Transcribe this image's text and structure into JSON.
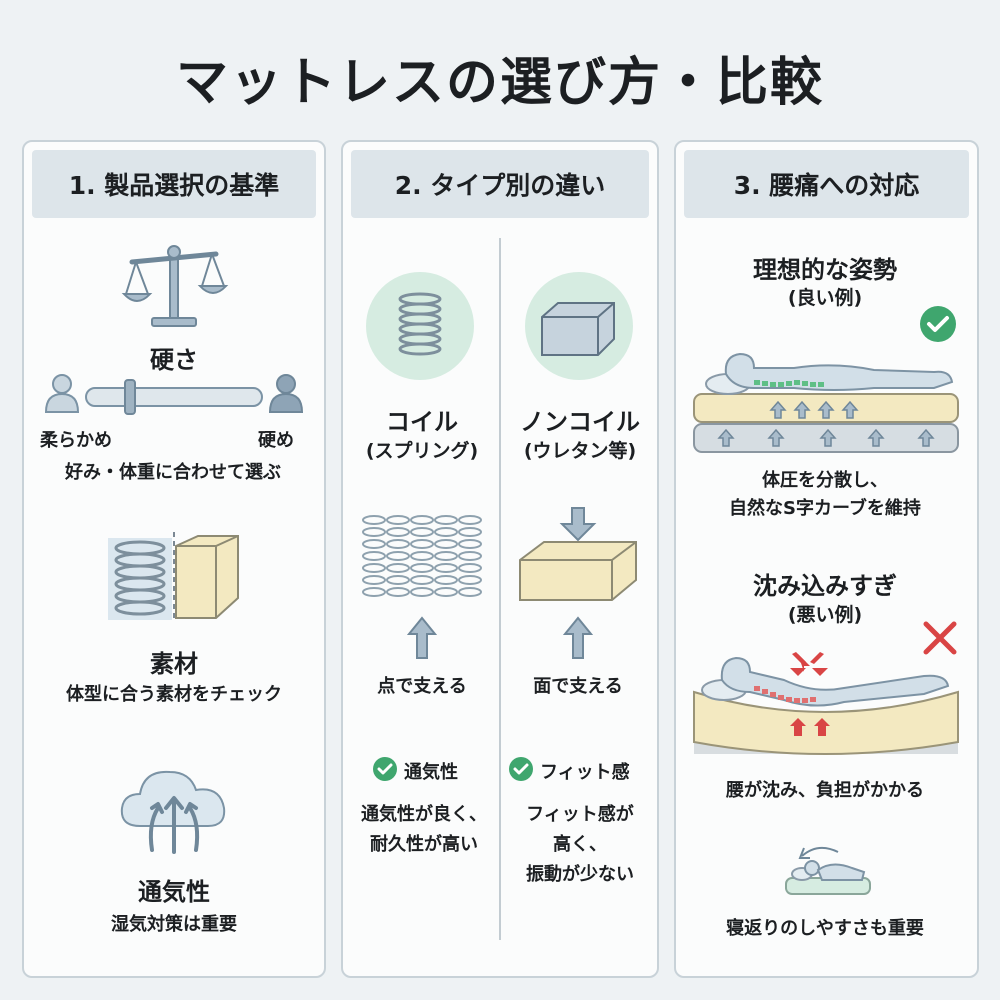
{
  "title": "マットレスの選び方・比較",
  "panel1": {
    "header": "1. 製品選択の基準",
    "hardness": {
      "label": "硬さ",
      "soft": "柔らかめ",
      "hard": "硬め",
      "note": "好み・体重に合わせて選ぶ"
    },
    "material": {
      "label": "素材",
      "note": "体型に合う素材をチェック"
    },
    "breath": {
      "label": "通気性",
      "note": "湿気対策は重要"
    }
  },
  "panel2": {
    "header": "2. タイプ別の違い",
    "coil": {
      "name": "コイル",
      "sub": "(スプリング)",
      "support": "点で支える",
      "check": "通気性",
      "note1": "通気性が良く、",
      "note2": "耐久性が高い"
    },
    "noncoil": {
      "name": "ノンコイル",
      "sub": "(ウレタン等)",
      "support": "面で支える",
      "check": "フィット感",
      "note1": "フィット感が",
      "note2": "高く、",
      "note3": "振動が少ない"
    }
  },
  "panel3": {
    "header": "3. 腰痛への対応",
    "good": {
      "title": "理想的な姿勢",
      "sub": "(良い例)",
      "note1": "体圧を分散し、",
      "note2": "自然なS字カーブを維持"
    },
    "bad": {
      "title": "沈み込みすぎ",
      "sub": "(悪い例)",
      "note": "腰が沈み、負担がかかる"
    },
    "turn": {
      "note": "寝返りのしやすさも重要"
    }
  },
  "colors": {
    "accent_green": "#3fa66e",
    "bad_red": "#d94545",
    "icon_blue": "#8fa7b9",
    "foam": "#f3e9c1",
    "mint": "#d6ece1"
  }
}
